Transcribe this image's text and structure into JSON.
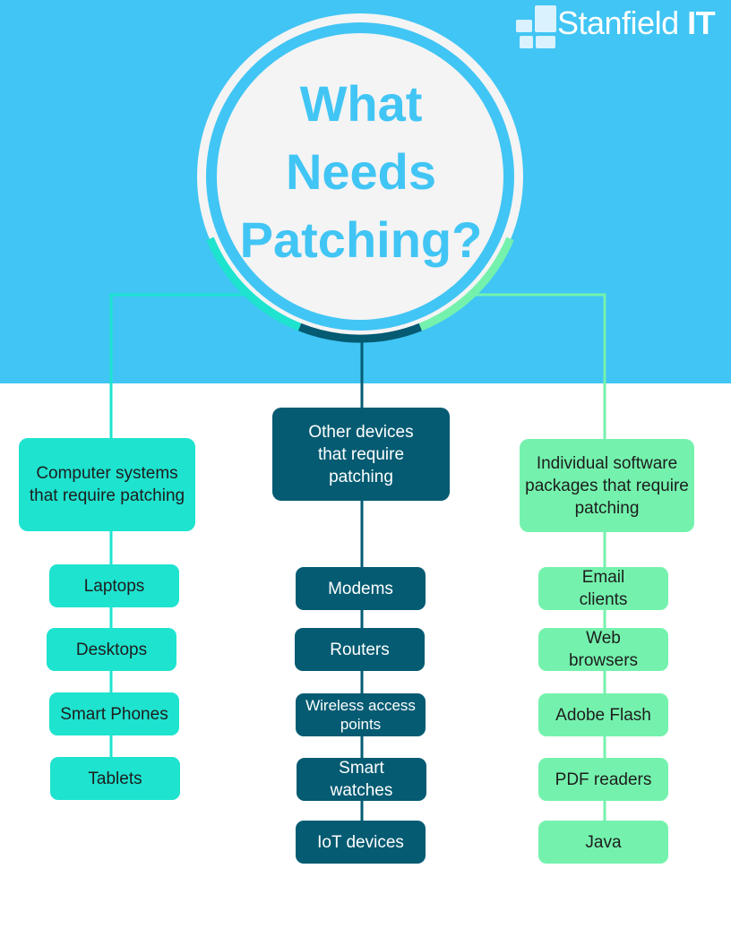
{
  "brand": {
    "name": "Stanfield",
    "suffix": "IT"
  },
  "hero": {
    "lines": [
      "What",
      "Needs",
      "Patching?"
    ]
  },
  "columns": [
    {
      "title": "Computer systems that require patching",
      "items": [
        "Laptops",
        "Desktops",
        "Smart Phones",
        "Tablets"
      ]
    },
    {
      "title": "Other devices that require patching",
      "items": [
        "Modems",
        "Routers",
        "Wireless access points",
        "Smart watches",
        "IoT devices"
      ]
    },
    {
      "title": "Individual software packages that require patching",
      "items": [
        "Email clients",
        "Web browsers",
        "Adobe Flash",
        "PDF readers",
        "Java"
      ]
    }
  ],
  "colors": {
    "band": "#41c5f4",
    "teal": "#1ee3cf",
    "navy": "#045b72",
    "mint": "#74f2ad",
    "ring_outer": "#f4f4f4"
  }
}
